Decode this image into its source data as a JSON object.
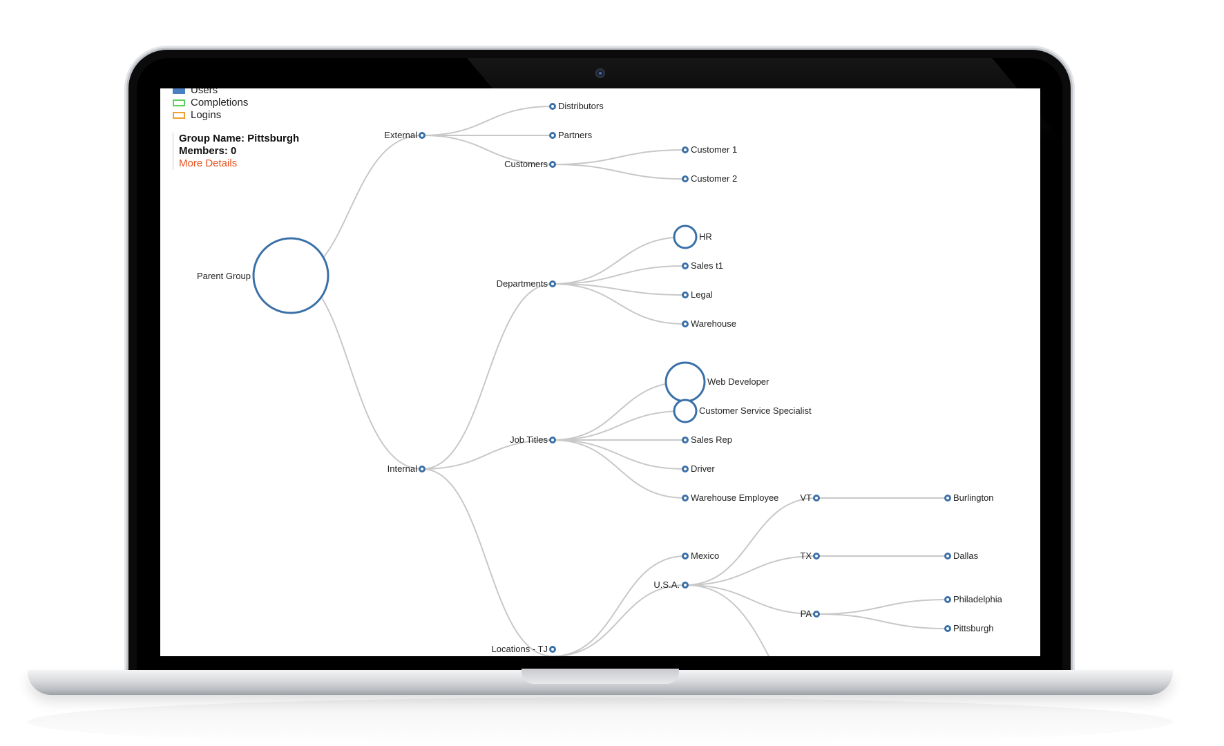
{
  "legend": {
    "users": "Users",
    "completions": "Completions",
    "logins": "Logins"
  },
  "info": {
    "group_name": "Group Name: Pittsburgh",
    "members": "Members: 0",
    "more_details": "More Details"
  },
  "tree": {
    "root": "Parent Group",
    "nodes": {
      "external": "External",
      "distributors": "Distributors",
      "partners": "Partners",
      "customers": "Customers",
      "customer1": "Customer 1",
      "customer2": "Customer 2",
      "internal": "Internal",
      "departments": "Departments",
      "hr": "HR",
      "sales_t1": "Sales t1",
      "legal": "Legal",
      "warehouse": "Warehouse",
      "job_titles": "Job Titles",
      "web_developer": "Web Developer",
      "css": "Customer Service Specialist",
      "sales_rep": "Sales Rep",
      "driver": "Driver",
      "warehouse_employee": "Warehouse Employee",
      "locations": "Locations - TJ",
      "mexico": "Mexico",
      "usa": "U.S.A.",
      "vt": "VT",
      "burlington": "Burlington",
      "tx": "TX",
      "dallas": "Dallas",
      "pa": "PA",
      "philadelphia": "Philadelphia",
      "pittsburgh": "Pittsburgh"
    }
  },
  "colors": {
    "node_stroke": "#3a70a8",
    "edge": "#c8c8c8",
    "link": "#e8501e",
    "users": "#4a7fc1",
    "completions": "#5ccf5c",
    "logins": "#f0a030"
  }
}
